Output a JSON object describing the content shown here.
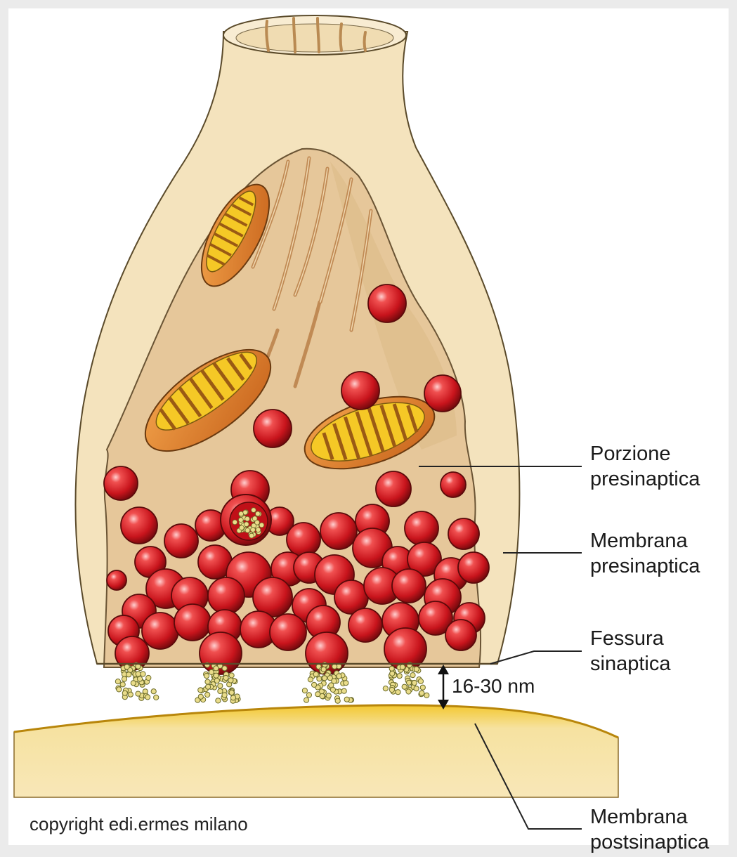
{
  "labels": {
    "presynaptic_portion": [
      "Porzione",
      "presinaptica"
    ],
    "presynaptic_membrane": [
      "Membrana",
      "presinaptica"
    ],
    "synaptic_cleft": [
      "Fessura",
      "sinaptica"
    ],
    "postsynaptic_membrane": [
      "Membrana",
      "postsinaptica"
    ]
  },
  "cleft_width": "16-30 nm",
  "copyright": "copyright edi.ermes milano",
  "colors": {
    "background": "#ebebeb",
    "frame": "#ffffff",
    "terminal": "#f4e3bd",
    "terminal_interior": "#e6c79a",
    "vesicle": "#d3202a",
    "mitochondrion": "#e08a3c",
    "mitochondrion_inner": "#f3c21b",
    "postsynaptic": "#f5df9e",
    "postsynaptic_membrane": "#f2c42a"
  },
  "icons": [
    "mitochondrion-icon",
    "synaptic-vesicle-icon",
    "neurotransmitter-release-icon",
    "double-arrow-icon"
  ]
}
